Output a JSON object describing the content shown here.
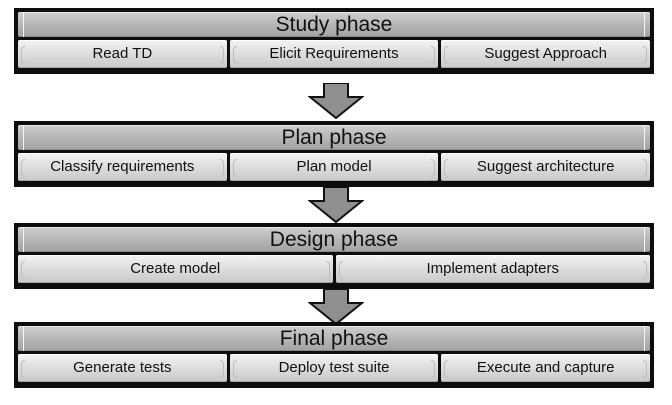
{
  "phases": [
    {
      "title": "Study phase",
      "tasks": [
        "Read TD",
        "Elicit Requirements",
        "Suggest Approach"
      ]
    },
    {
      "title": "Plan phase",
      "tasks": [
        "Classify requirements",
        "Plan model",
        "Suggest architecture"
      ]
    },
    {
      "title": "Design phase",
      "tasks": [
        "Create model",
        "Implement adapters"
      ]
    },
    {
      "title": "Final phase",
      "tasks": [
        "Generate tests",
        "Deploy test suite",
        "Execute and capture"
      ]
    }
  ],
  "colors": {
    "frame": "#0d0d0d",
    "phase_bar": "#b4b4b4",
    "task_box": "#d9d9d9",
    "arrow": "#8f8f8f"
  }
}
